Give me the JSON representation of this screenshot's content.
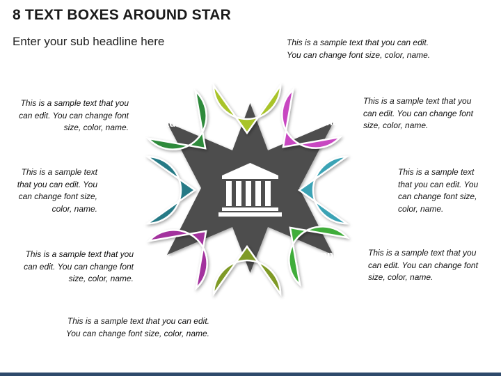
{
  "title": "8 TEXT BOXES AROUND STAR",
  "subtitle": "Enter your sub headline here",
  "center_icon": "bank-building-icon",
  "colors": {
    "star": "#4d4d4d",
    "top": "#a9c42a",
    "top_right": "#c847c1",
    "right": "#3aa3b5",
    "bottom_right": "#3fad3b",
    "bottom": "#7f9a25",
    "bottom_left": "#a3339e",
    "left": "#257a86",
    "top_left": "#2e8a3a",
    "bottom_bar": "#2e4a6b"
  },
  "petals": [
    {
      "id": "top",
      "line1": "Sample",
      "line2": "Headline"
    },
    {
      "id": "top-right",
      "line1": "Sample",
      "line2": "Headline"
    },
    {
      "id": "right",
      "line1": "Sample",
      "line2": "Headline"
    },
    {
      "id": "bottom-right",
      "line1": "Sample",
      "line2": "Headline"
    },
    {
      "id": "bottom",
      "line1": "Sample",
      "line2": "Headline"
    },
    {
      "id": "bottom-left",
      "line1": "Sample",
      "line2": "Headline"
    },
    {
      "id": "left",
      "line1": "Sample",
      "line2": "Headline"
    },
    {
      "id": "top-left",
      "line1": "Sample",
      "line2": "Headline"
    }
  ],
  "descriptions": {
    "top": {
      "l1": "This is a sample text that you can edit.",
      "l2": "You can change font size, color, name."
    },
    "top_right": {
      "l1": "This is a sample text that you",
      "l2": "can edit. You can change font",
      "l3": "size, color, name."
    },
    "right": {
      "l1": "This is a sample text",
      "l2": "that you can edit. You",
      "l3": "can change font size,",
      "l4": "color, name."
    },
    "bottom_right": {
      "l1": "This is a sample text that you",
      "l2": "can edit. You can change font",
      "l3": "size, color, name."
    },
    "bottom": {
      "l1": "This is a sample text that you can edit.",
      "l2": "You can change font size, color, name."
    },
    "bottom_left": {
      "l1": "This is a sample text that you",
      "l2": "can edit. You can change font",
      "l3": "size, color, name."
    },
    "left": {
      "l1": "This is a sample text",
      "l2": "that you can edit. You",
      "l3": "can change font size,",
      "l4": "color, name."
    },
    "top_left": {
      "l1": "This is a sample text that you",
      "l2": "can edit. You can change font",
      "l3": "size, color, name."
    }
  }
}
